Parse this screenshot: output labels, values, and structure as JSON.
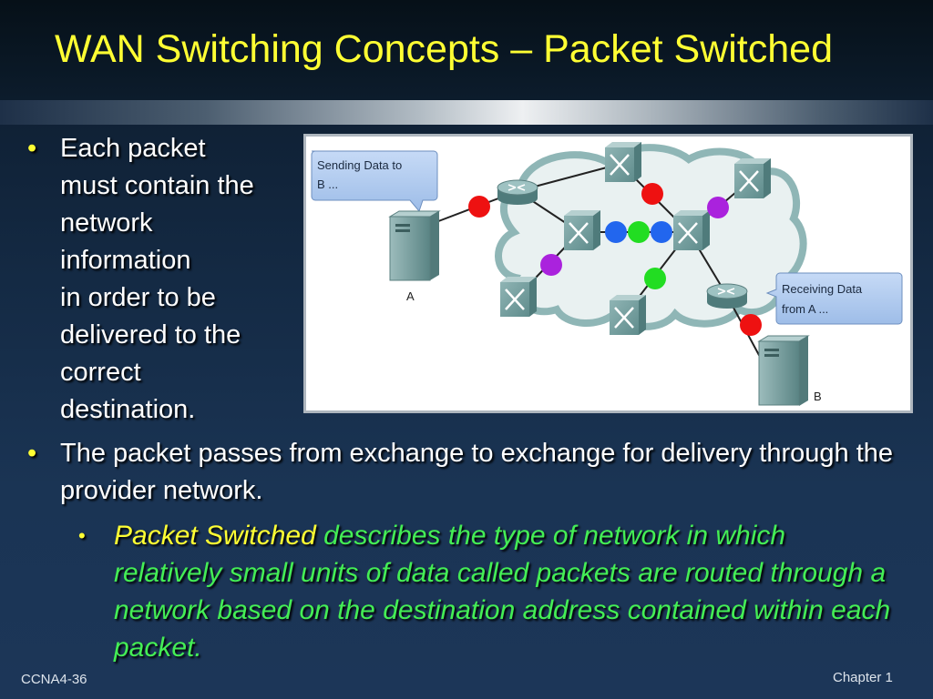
{
  "slide": {
    "title": "WAN Switching Concepts – Packet Switched",
    "bullets": [
      {
        "lines": [
          "Each packet",
          "must contain the",
          "network",
          "information",
          "in order to be",
          "delivered to the",
          "correct",
          "destination."
        ]
      },
      {
        "text": "The packet passes from exchange to exchange for delivery through the provider network."
      }
    ],
    "sub_bullet": {
      "term": "Packet Switched",
      "description": " describes the type of network in which relatively small units of data called packets are routed through a network based on the destination address contained within each packet."
    },
    "footer_left": "CCNA4-36",
    "footer_right": "Chapter 1"
  },
  "diagram": {
    "sending_callout": [
      "Sending Data to",
      "B ..."
    ],
    "receiving_callout": [
      "Receiving Data",
      "from A ..."
    ],
    "host_a_label": "A",
    "host_b_label": "B",
    "packet_colors": {
      "red": "#ee1111",
      "blue": "#2266ee",
      "green": "#22dd22",
      "purple": "#aa22dd"
    }
  },
  "colors": {
    "title": "#ffff33",
    "accent_green": "#44ee55",
    "body_text": "#ffffff"
  }
}
